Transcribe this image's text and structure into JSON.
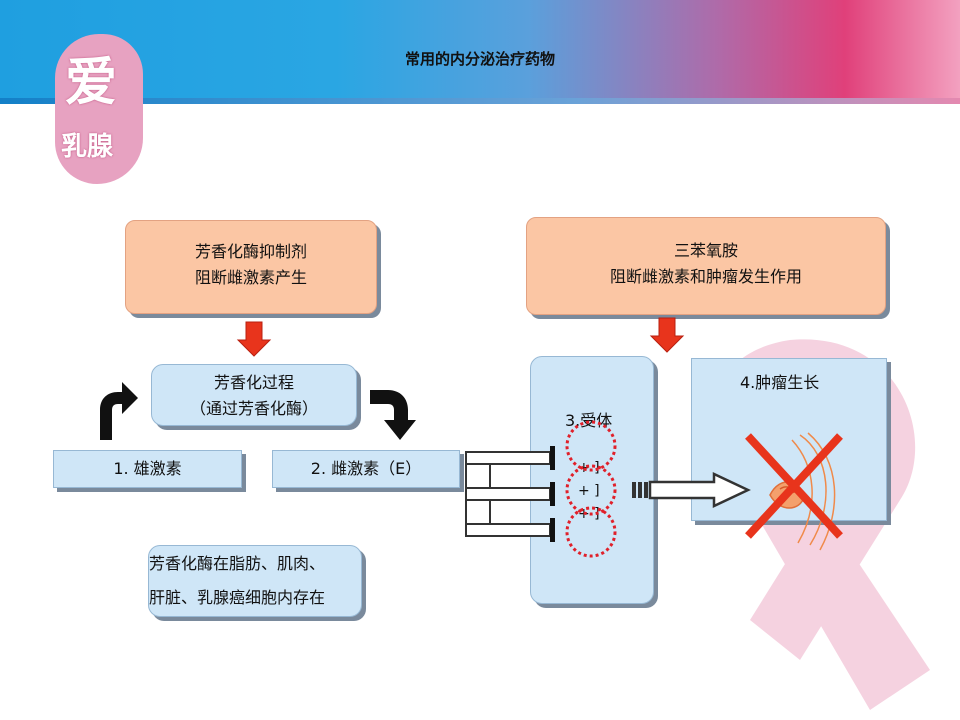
{
  "title": "常用的内分泌治疗药物",
  "logo": {
    "line1": "爱",
    "line2": "乳腺"
  },
  "inhibitor_box": {
    "line1": "芳香化酶抑制剂",
    "line2": "阻断雌激素产生"
  },
  "tamoxifen_box": {
    "line1": "三苯氧胺",
    "line2": "阻断雌激素和肿瘤发生作用"
  },
  "aromatization_box": {
    "line1": "芳香化过程",
    "line2": "（通过芳香化酶）"
  },
  "androgen_box": {
    "label": "1. 雄激素"
  },
  "estrogen_box": {
    "label": "2. 雌激素（E）"
  },
  "receptor_box": {
    "label": "3.受体",
    "marks": [
      "+ ]",
      "+ ]",
      "+ ]"
    ]
  },
  "tumor_box": {
    "label": "4.肿瘤生长"
  },
  "location_note": {
    "line1": "芳香化酶在脂肪、肌肉、",
    "line2": "肝脏、乳腺癌细胞内存在"
  },
  "colors": {
    "arrow_red": "#e8341c",
    "peach": "#fbc6a4",
    "light_blue": "#cfe6f7",
    "dotted_red": "#e0202a"
  }
}
